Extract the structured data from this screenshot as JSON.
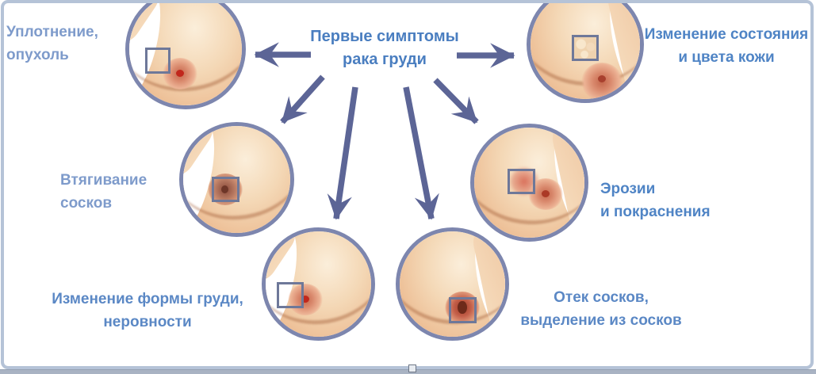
{
  "title": {
    "text": "Первые симптомы\nрака груди"
  },
  "symptoms": [
    {
      "id": "lump",
      "label": "Уплотнение,\nопухоль",
      "position": "top-left"
    },
    {
      "id": "skin-change",
      "label": "Изменение состояния\nи цвета кожи",
      "position": "top-right"
    },
    {
      "id": "nipple-retraction",
      "label": "Втягивание\nсосков",
      "position": "middle-left"
    },
    {
      "id": "erosion-redness",
      "label": "Эрозии\nи покраснения",
      "position": "middle-right"
    },
    {
      "id": "shape-change",
      "label": "Изменение формы груди,\nнеровности",
      "position": "bottom-left"
    },
    {
      "id": "nipple-discharge",
      "label": "Отек сосков,\nвыделение из сосков",
      "position": "bottom-right"
    }
  ],
  "colors": {
    "title_text": "#4a7ec0",
    "label_text": "#5b88c5",
    "label_text_light": "#7e9bcb",
    "arrow": "#5c6596",
    "circle_border": "#7d86ae",
    "marker_border": "#6e7899",
    "frame_border": "#b5c3d7",
    "bottom_bar": "#a9b3c3"
  }
}
